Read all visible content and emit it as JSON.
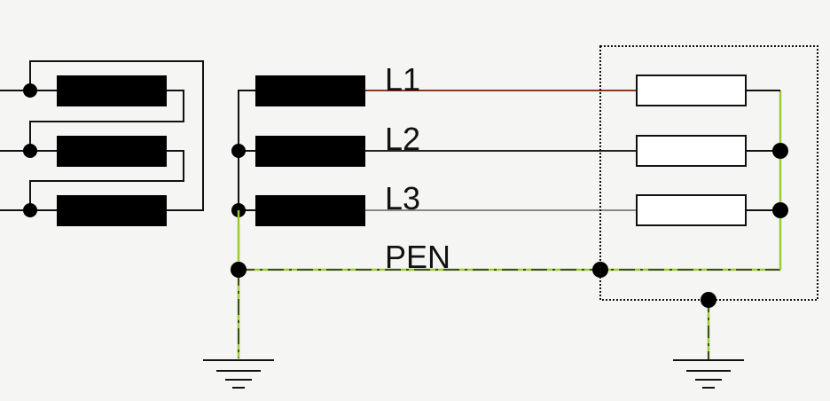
{
  "labels": {
    "l1": "L1",
    "l2": "L2",
    "l3": "L3",
    "pen": "PEN"
  },
  "colors": {
    "background": "#f5f5f3",
    "wire": "#111111",
    "l1": "#8b3a1a",
    "l2": "#222222",
    "l3": "#888888",
    "pen_green": "#9acd32",
    "pen_dash": "#222222",
    "winding": "#000000",
    "load_fill": "#ffffff"
  }
}
